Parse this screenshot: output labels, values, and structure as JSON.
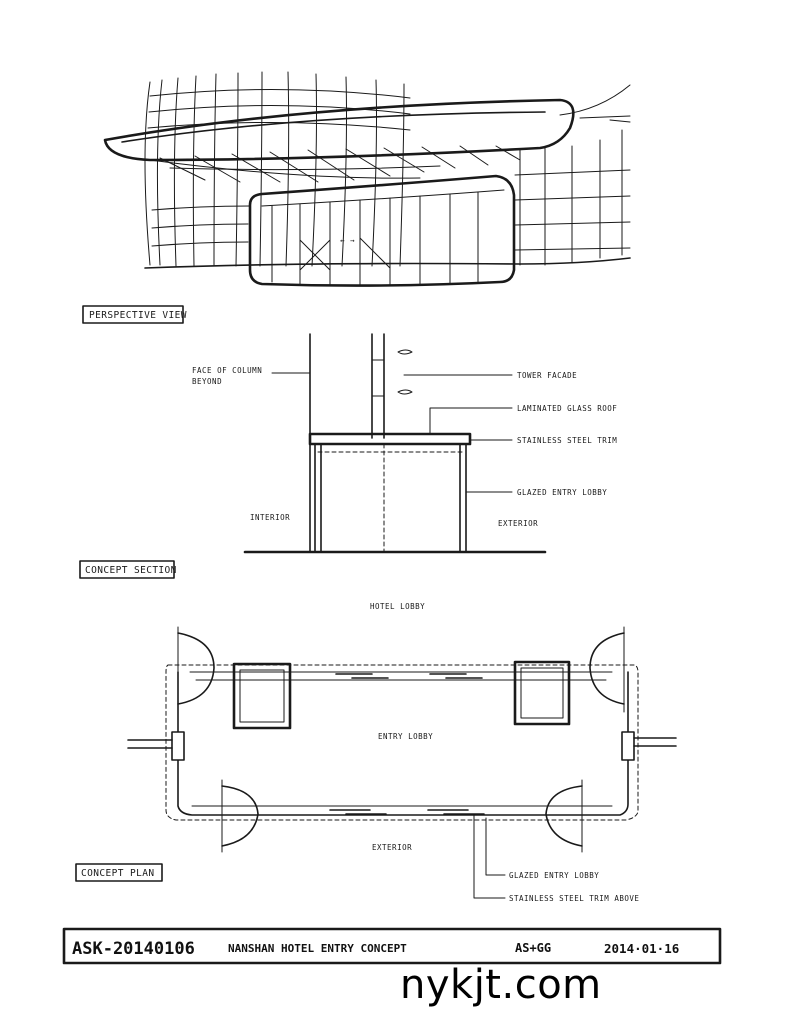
{
  "drawings": {
    "perspective": {
      "caption": "PERSPECTIVE VIEW",
      "door_arrows": "← →"
    },
    "section": {
      "caption": "CONCEPT SECTION",
      "labels": {
        "face_of_column_line1": "FACE OF COLUMN",
        "face_of_column_line2": "BEYOND",
        "tower_facade": "TOWER FACADE",
        "laminated_glass_roof": "LAMINATED GLASS ROOF",
        "stainless_steel_trim": "STAINLESS STEEL TRIM",
        "glazed_entry_lobby": "GLAZED ENTRY LOBBY",
        "interior": "INTERIOR",
        "exterior": "EXTERIOR"
      }
    },
    "plan": {
      "caption": "CONCEPT PLAN",
      "labels": {
        "hotel_lobby": "HOTEL LOBBY",
        "entry_lobby": "ENTRY LOBBY",
        "exterior": "EXTERIOR",
        "glazed_entry_lobby": "GLAZED ENTRY LOBBY",
        "stainless_steel_trim_above": "STAINLESS STEEL TRIM ABOVE"
      }
    }
  },
  "title_block": {
    "sheet_number": "ASK-20140106",
    "title": "NANSHAN HOTEL ENTRY CONCEPT",
    "authors": "AS+GG",
    "date": "2014·01·16"
  },
  "watermark": "nykjt.com"
}
